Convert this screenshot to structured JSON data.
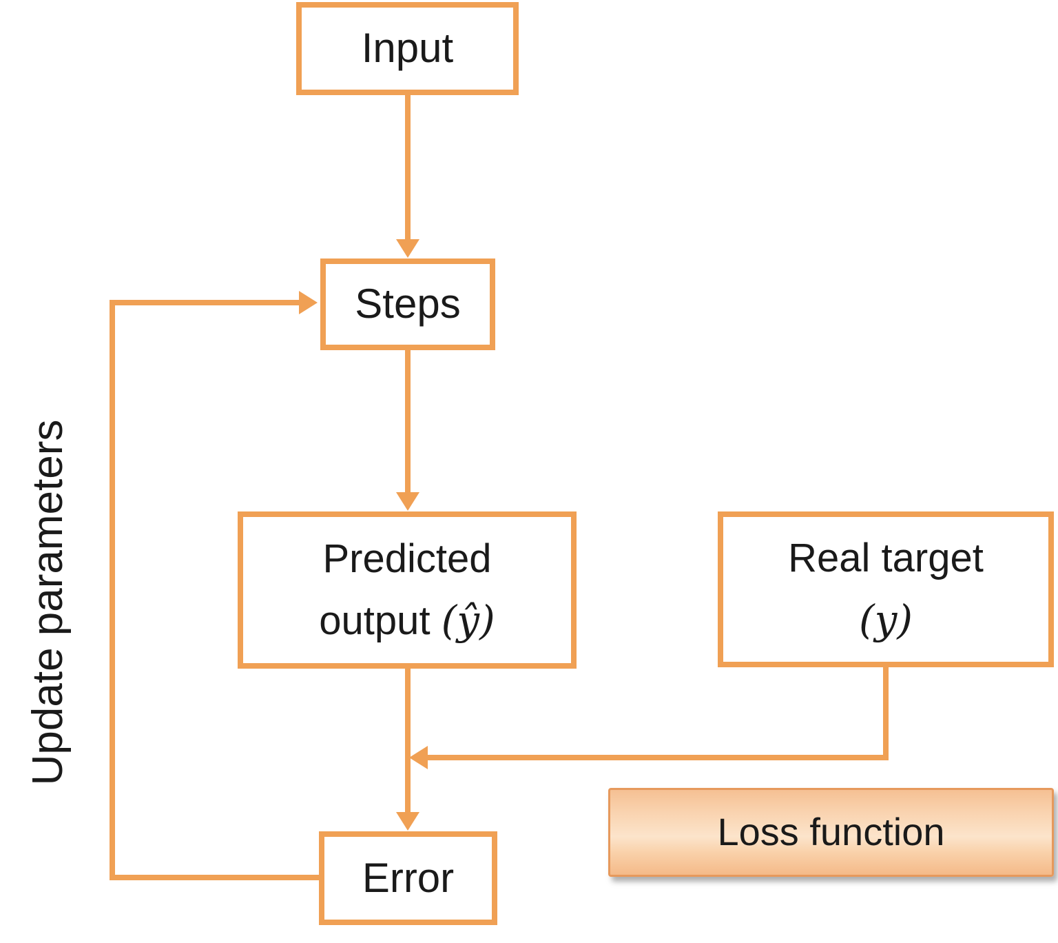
{
  "nodes": {
    "input": {
      "label": "Input"
    },
    "steps": {
      "label": "Steps"
    },
    "predicted_output": {
      "line1": "Predicted",
      "line2_text": "output ",
      "line2_math": "(ŷ)"
    },
    "real_target": {
      "line1": "Real target",
      "line2_math": "(y)"
    },
    "error": {
      "label": "Error"
    },
    "loss_function": {
      "label": "Loss function"
    }
  },
  "edges": {
    "update_parameters_label": "Update parameters"
  },
  "colors": {
    "accent_orange": "#F0A054",
    "text_black": "#1A1A1A",
    "loss_box_border": "#E6995C",
    "loss_gradient_top": "#F5C093",
    "loss_gradient_middle": "#FCE4CB",
    "loss_gradient_bottom": "#F4BA89",
    "background": "#FFFFFF"
  }
}
